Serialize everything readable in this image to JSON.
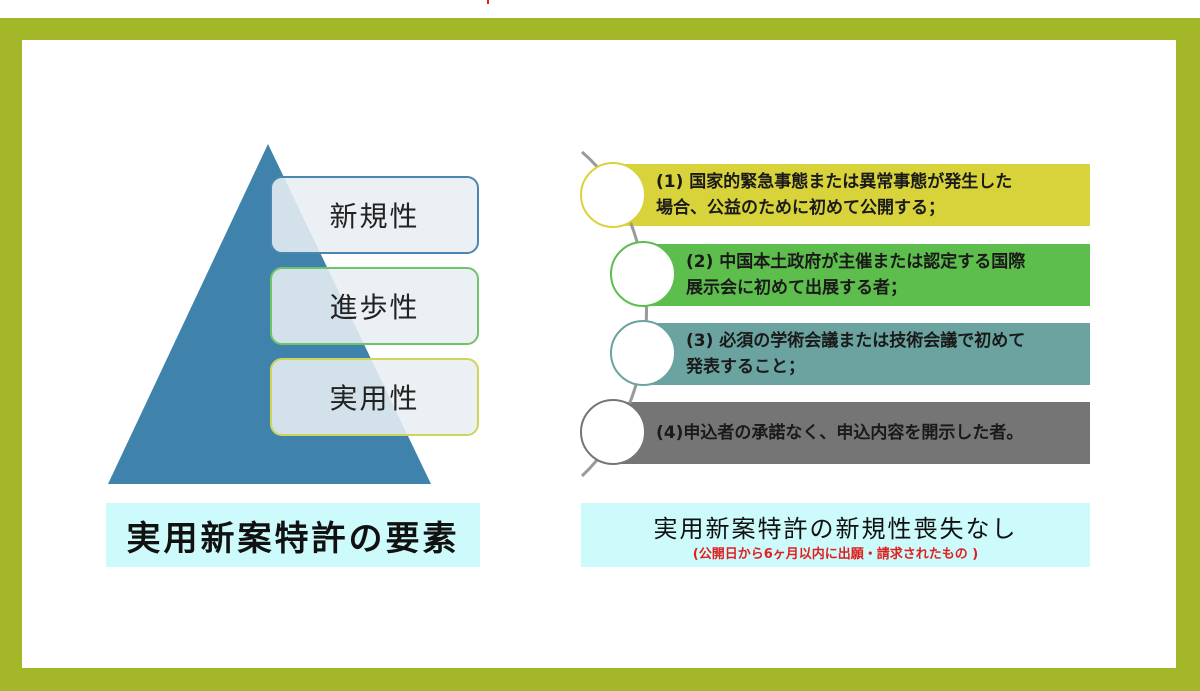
{
  "colors": {
    "frame": "#a3b728",
    "pyramid": "#3f83ad",
    "caption_bg": "#cdfafa",
    "bar1": "#d8d33b",
    "bar2": "#5dbd4d",
    "bar3": "#6aa39f",
    "bar4": "#757575",
    "accent_red": "#e02020"
  },
  "pyramid": {
    "levels": [
      "新規性",
      "進歩性",
      "実用性"
    ],
    "caption": "実用新案特許の要素"
  },
  "list": {
    "items": [
      {
        "line1": "(1) 国家的緊急事態または異常事態が発生した",
        "line2": "場合、公益のために初めて公開する；"
      },
      {
        "line1": "(2) 中国本土政府が主催または認定する国際",
        "line2": "展示会に初めて出展する者；"
      },
      {
        "line1": "(3) 必須の学術会議または技術会議で初めて",
        "line2": "発表すること；"
      },
      {
        "line1": "(4)申込者の承諾なく、申込内容を開示した者。",
        "line2": ""
      }
    ],
    "caption": "実用新案特許の新規性喪失なし",
    "caption_note": "(公開日から6ヶ月以内に出願・請求されたもの )"
  }
}
